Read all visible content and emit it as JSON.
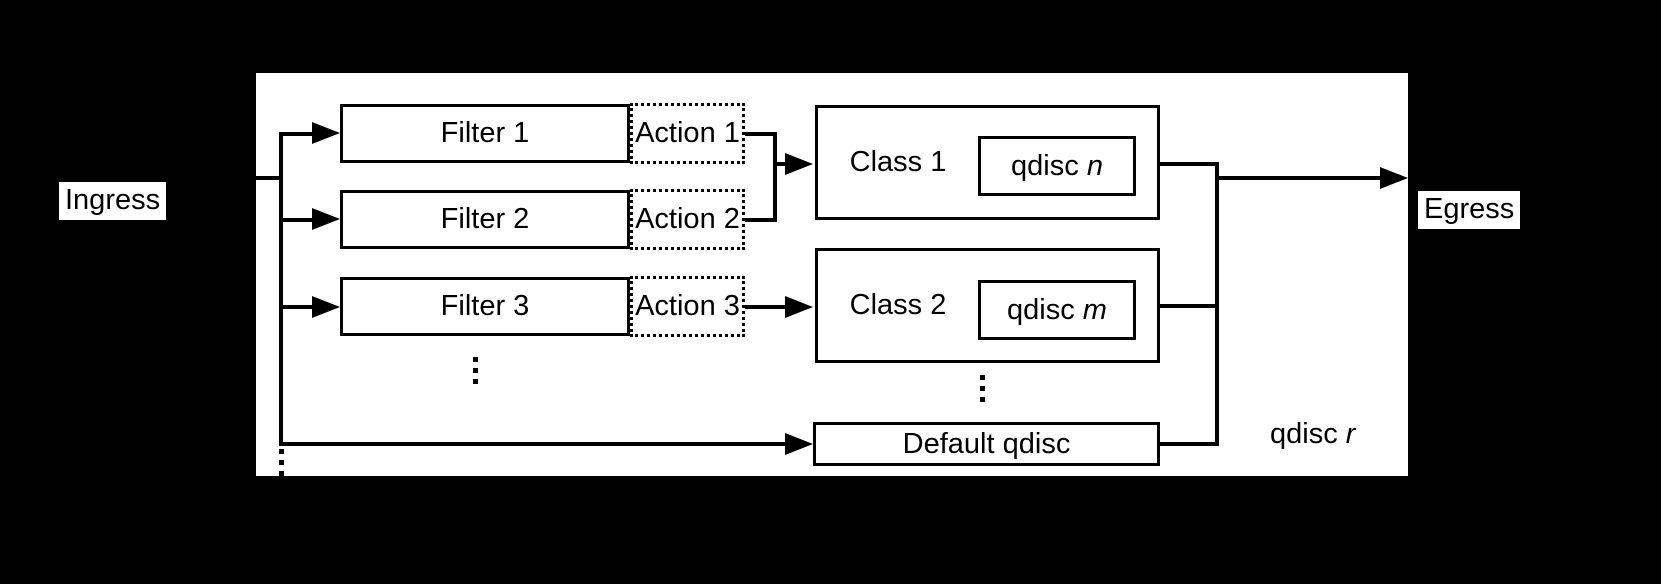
{
  "canvas": {
    "background": "#000000",
    "surface_background": "#ffffff",
    "line_color": "#000000"
  },
  "endpoints": {
    "ingress": "Ingress",
    "egress": "Egress"
  },
  "filters": [
    {
      "label": "Filter 1",
      "action": "Action 1"
    },
    {
      "label": "Filter 2",
      "action": "Action 2"
    },
    {
      "label": "Filter 3",
      "action": "Action 3"
    }
  ],
  "classes": [
    {
      "label": "Class 1",
      "qdisc_text": "qdisc",
      "qdisc_var": "n"
    },
    {
      "label": "Class 2",
      "qdisc_text": "qdisc",
      "qdisc_var": "m"
    }
  ],
  "default_qdisc": {
    "label": "Default qdisc"
  },
  "root_qdisc": {
    "text": "qdisc",
    "var": "r"
  }
}
